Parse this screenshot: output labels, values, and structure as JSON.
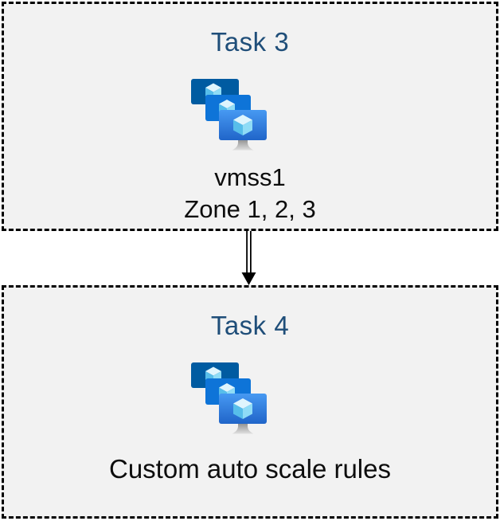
{
  "boxes": [
    {
      "title": "Task 3",
      "icon": "vm-scale-sets-icon",
      "label_lines": [
        "vmss1",
        "Zone 1, 2, 3"
      ]
    },
    {
      "title": "Task 4",
      "icon": "vm-scale-sets-icon",
      "label_lines": [
        "Custom auto scale rules"
      ]
    }
  ],
  "connector": {
    "type": "double-line-arrow",
    "direction": "down"
  },
  "colors": {
    "title": "#1F4E79",
    "box_bg": "#F2F2F2",
    "border": "#000000",
    "text": "#0d0d0d",
    "monitor_back": "#005BA1",
    "monitor_middle": "#0E74D8",
    "monitor_front_top": "#4799F2",
    "monitor_front_bottom": "#2065C9",
    "cube_top": "#DFF5FD",
    "cube_left": "#57BEEA",
    "cube_right": "#8FDCF6",
    "stand_top": "#8F8F8F",
    "stand_bottom": "#E0E0E0"
  }
}
